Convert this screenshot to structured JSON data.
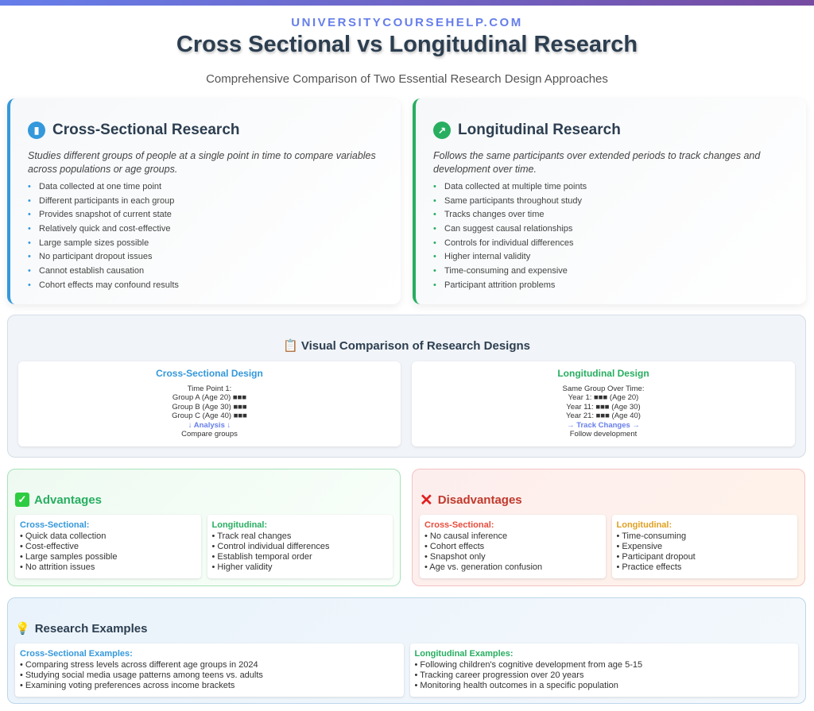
{
  "site": "UNIVERSITYCOURSEHELP.COM",
  "title": "Cross Sectional vs Longitudinal Research",
  "subtitle": "Comprehensive Comparison of Two Essential Research Design Approaches",
  "cross": {
    "icon": "bar-chart-icon",
    "heading": "Cross-Sectional Research",
    "desc": "Studies different groups of people at a single point in time to compare variables across populations or age groups.",
    "items": [
      "Data collected at one time point",
      "Different participants in each group",
      "Provides snapshot of current state",
      "Relatively quick and cost-effective",
      "Large sample sizes possible",
      "No participant dropout issues",
      "Cannot establish causation",
      "Cohort effects may confound results"
    ]
  },
  "longi": {
    "icon": "line-chart-icon",
    "heading": "Longitudinal Research",
    "desc": "Follows the same participants over extended periods to track changes and development over time.",
    "items": [
      "Data collected at multiple time points",
      "Same participants throughout study",
      "Tracks changes over time",
      "Can suggest causal relationships",
      "Controls for individual differences",
      "Higher internal validity",
      "Time-consuming and expensive",
      "Participant attrition problems"
    ]
  },
  "visual": {
    "heading": "Visual Comparison of Research Designs",
    "cross": {
      "title": "Cross-Sectional Design",
      "lines": [
        "Time Point 1:",
        "Group A (Age 20) ■■■",
        "Group B (Age 30) ■■■",
        "Group C (Age 40) ■■■"
      ],
      "highlight": "↓ Analysis ↓",
      "end": "Compare groups"
    },
    "longi": {
      "title": "Longitudinal Design",
      "lines": [
        "Same Group Over Time:",
        "Year 1: ■■■ (Age 20)",
        "Year 11: ■■■ (Age 30)",
        "Year 21: ■■■ (Age 40)"
      ],
      "highlight": "→ Track Changes →",
      "end": "Follow development"
    }
  },
  "advantages": {
    "heading": "Advantages",
    "cross_label": "Cross-Sectional:",
    "cross": [
      "• Quick data collection",
      "• Cost-effective",
      "• Large samples possible",
      "• No attrition issues"
    ],
    "longi_label": "Longitudinal:",
    "longi": [
      "• Track real changes",
      "• Control individual differences",
      "• Establish temporal order",
      "• Higher validity"
    ]
  },
  "disadvantages": {
    "heading": "Disadvantages",
    "cross_label": "Cross-Sectional:",
    "cross": [
      "• No causal inference",
      "• Cohort effects",
      "• Snapshot only",
      "• Age vs. generation confusion"
    ],
    "longi_label": "Longitudinal:",
    "longi": [
      "• Time-consuming",
      "• Expensive",
      "• Participant dropout",
      "• Practice effects"
    ]
  },
  "examples": {
    "heading": "Research Examples",
    "cross_label": "Cross-Sectional Examples:",
    "cross": [
      "• Comparing stress levels across different age groups in 2024",
      "• Studying social media usage patterns among teens vs. adults",
      "• Examining voting preferences across income brackets"
    ],
    "longi_label": "Longitudinal Examples:",
    "longi": [
      "• Following children's cognitive development from age 5-15",
      "• Tracking career progression over 20 years",
      "• Monitoring health outcomes in a specific population"
    ]
  },
  "colors": {
    "blue": "#3498db",
    "green": "#27ae60",
    "red": "#e74c3c",
    "orange": "#e0a020",
    "accent": "#667eea"
  }
}
